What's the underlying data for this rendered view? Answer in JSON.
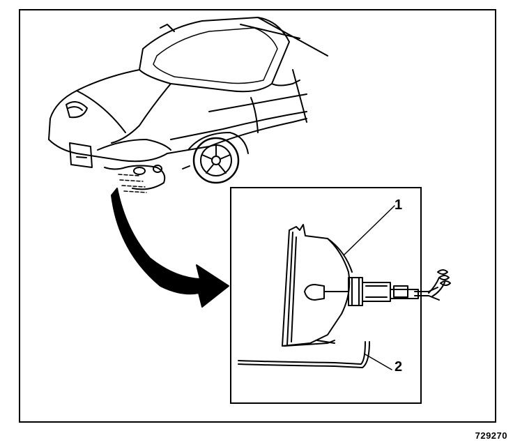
{
  "callouts": {
    "one": "1",
    "two": "2"
  },
  "figure_id": "729270",
  "colors": {
    "ink": "#000000",
    "paper": "#ffffff"
  },
  "icons": [
    "car-illustration",
    "curved-arrow",
    "headlamp-assembly",
    "bulb-icon",
    "wire-connector"
  ]
}
